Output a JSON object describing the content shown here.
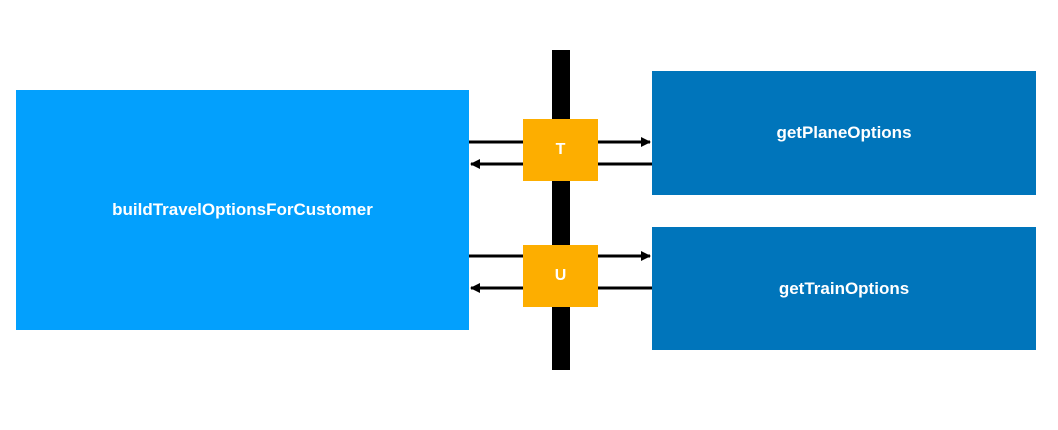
{
  "colors": {
    "caller": "#03a0fd",
    "callee": "#0075bb",
    "tag": "#fdae00",
    "bar": "#000000",
    "arrow": "#000000"
  },
  "caller": {
    "label": "buildTravelOptionsForCustomer"
  },
  "services": [
    {
      "label": "getPlaneOptions"
    },
    {
      "label": "getTrainOptions"
    }
  ],
  "tags": [
    {
      "label": "T"
    },
    {
      "label": "U"
    }
  ]
}
